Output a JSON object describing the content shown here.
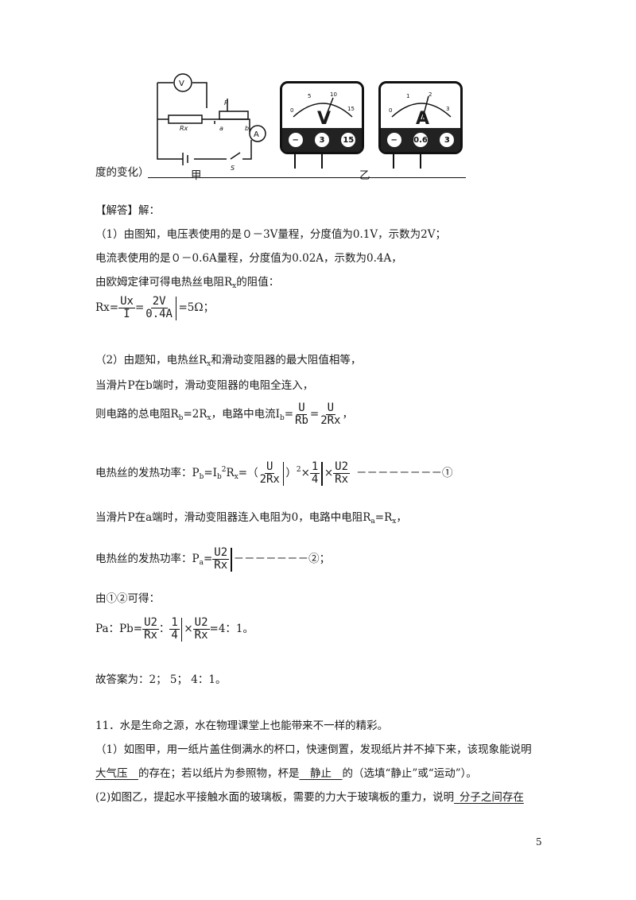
{
  "figure": {
    "caption_prefix": "度的变化）",
    "label_left": "甲",
    "label_right": "乙",
    "circuit": {
      "voltmeter": "V",
      "ammeter": "A",
      "resistor": "Rx",
      "slider": "P",
      "end_a": "a",
      "end_b": "b",
      "switch": "S"
    },
    "voltmeter": {
      "letter": "V",
      "terminals": [
        "−",
        "3",
        "15"
      ],
      "scale": [
        "0",
        "5",
        "10",
        "15"
      ]
    },
    "ammeter": {
      "letter": "A",
      "terminals": [
        "−",
        "0.6",
        "3"
      ],
      "scale": [
        "0",
        "1",
        "2",
        "3"
      ]
    }
  },
  "answer": {
    "heading": "【解答】解：",
    "p1": "（1）由图知，电压表使用的是０－3V量程，分度值为0.1V，示数为2V；",
    "p2": "电流表使用的是０－0.6A量程，分度值为0.02A，示数为0.4A，",
    "p3": "由欧姆定律可得电热丝电阻R",
    "p3_sub": "x",
    "p3_end": "的阻值：",
    "eq1": {
      "lhs": "Rx=",
      "f1_num": "Ux",
      "f1_den": "I",
      "eq": "=",
      "f2_num": "2V",
      "f2_den": "0.4A",
      "result": "=5Ω；"
    },
    "p4": "（2）由题知，电热丝R",
    "p4_end": "和滑动变阻器的最大阻值相等，",
    "p5": "当滑片P在b端时，滑动变阻器的电阻全连入，",
    "p6": "则电路的总电阻R",
    "p6_mid": "=2R",
    "p6_mid2": "，电路中电流I",
    "p6_eq": "=",
    "eq2": {
      "f1_num": "U",
      "f1_den": "Rb",
      "f2_num": "U",
      "f2_den": "2Rx",
      "tail": "，"
    },
    "p7": "电热丝的发热功率：P",
    "p7_mid": "=I",
    "p7_mid2": "R",
    "p7_open": "=（",
    "eq3": {
      "f1_num": "U",
      "f1_den": "2Rx",
      "close": "）",
      "sq": "2",
      "times": "×",
      "f2_num": "1",
      "f2_den": "4",
      "f3_num": "U2",
      "f3_den": "Rx",
      "tail": "－－－－－－－－①"
    },
    "p8": "当滑片P在a端时，滑动变阻器连入电阻为0，电路中电阻R",
    "p8_mid": "=R",
    "p8_end": "，",
    "p9": "电热丝的发热功率：P",
    "p9_eq": "=",
    "eq4": {
      "f_num": "U2",
      "f_den": "Rx",
      "tail": "－－－－－－－②；"
    },
    "p10": "由①②可得：",
    "eq5": {
      "lhs": "Pa：Pb=",
      "f1_num": "U2",
      "f1_den": "Rx",
      "sep": "：",
      "f2_num": "1",
      "f2_den": "4",
      "times": "×",
      "f3_num": "U2",
      "f3_den": "Rx",
      "result": "=4：1。"
    },
    "final": "故答案为：2； 5； 4：1。"
  },
  "q11": {
    "stem": "11．水是生命之源，水在物理课堂上也能带来不一样的精彩。",
    "l1": "（1）如图甲，用一纸片盖住倒满水的杯口，快速倒置，发现纸片并不掉下来，该现象能说明",
    "l2_ans": "大气压",
    "l2_mid": "的存在；若以纸片为参照物，杯是",
    "l2_ans2": "静止",
    "l2_end": "的（选填“静止”或“运动”）。",
    "l3": "(2)如图乙，提起水平接触水面的玻璃板，需要的力大于玻璃板的重力，说明",
    "l3_ans": "分子之间存在"
  },
  "page_number": "5"
}
